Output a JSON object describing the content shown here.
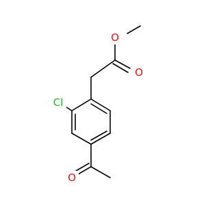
{
  "molecule": {
    "atoms": {
      "ester_o": "O",
      "carbonyl_o": "O",
      "ketone_o": "O",
      "chlorine": "Cl"
    }
  },
  "colors": {
    "oxygen": "#ff0d0d",
    "chlorine": "#1fbf1f",
    "bond": "#000000",
    "background": "#ffffff"
  }
}
